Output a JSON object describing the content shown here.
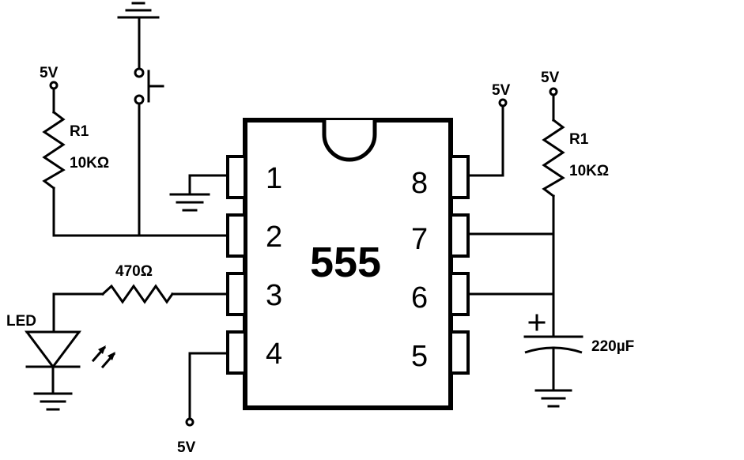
{
  "chip": {
    "name": "555",
    "pins_left": [
      "1",
      "2",
      "3",
      "4"
    ],
    "pins_right": [
      "8",
      "7",
      "6",
      "5"
    ]
  },
  "labels": {
    "supply_left_resistor": "5V",
    "supply_pushbutton_none": "",
    "supply_pin8": "5V",
    "supply_right_resistor": "5V",
    "supply_pin4": "5V",
    "r1_left_name": "R1",
    "r1_left_value": "10KΩ",
    "r1_right_name": "R1",
    "r1_right_value": "10KΩ",
    "r_led_value": "470Ω",
    "led": "LED",
    "capacitor_value": "220µF",
    "capacitor_polarity": "+"
  }
}
